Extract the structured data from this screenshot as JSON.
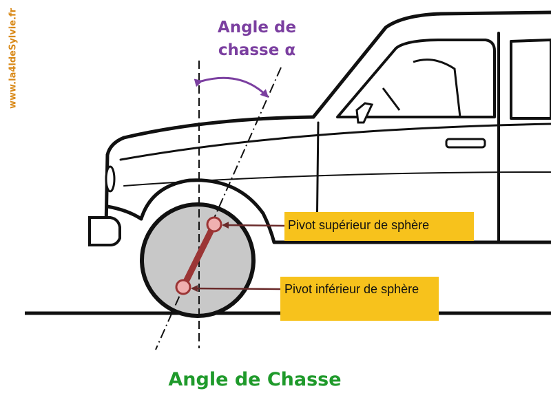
{
  "watermark": {
    "text": "www.la4ldeSylvie.fr"
  },
  "angle_label": {
    "line1": "Angle de",
    "line2": "chasse α"
  },
  "callouts": {
    "upper": "Pivot supérieur de sphère",
    "lower": "Pivot inférieur de sphère"
  },
  "title": "Angle de Chasse",
  "colors": {
    "angle_label": "#7b3fa0",
    "title": "#1f9a2b",
    "callout_bg": "#f7c21c",
    "kingpin": "#9b3535",
    "wheel": "#c8c8c8",
    "arrow": "#6a2a2a"
  }
}
